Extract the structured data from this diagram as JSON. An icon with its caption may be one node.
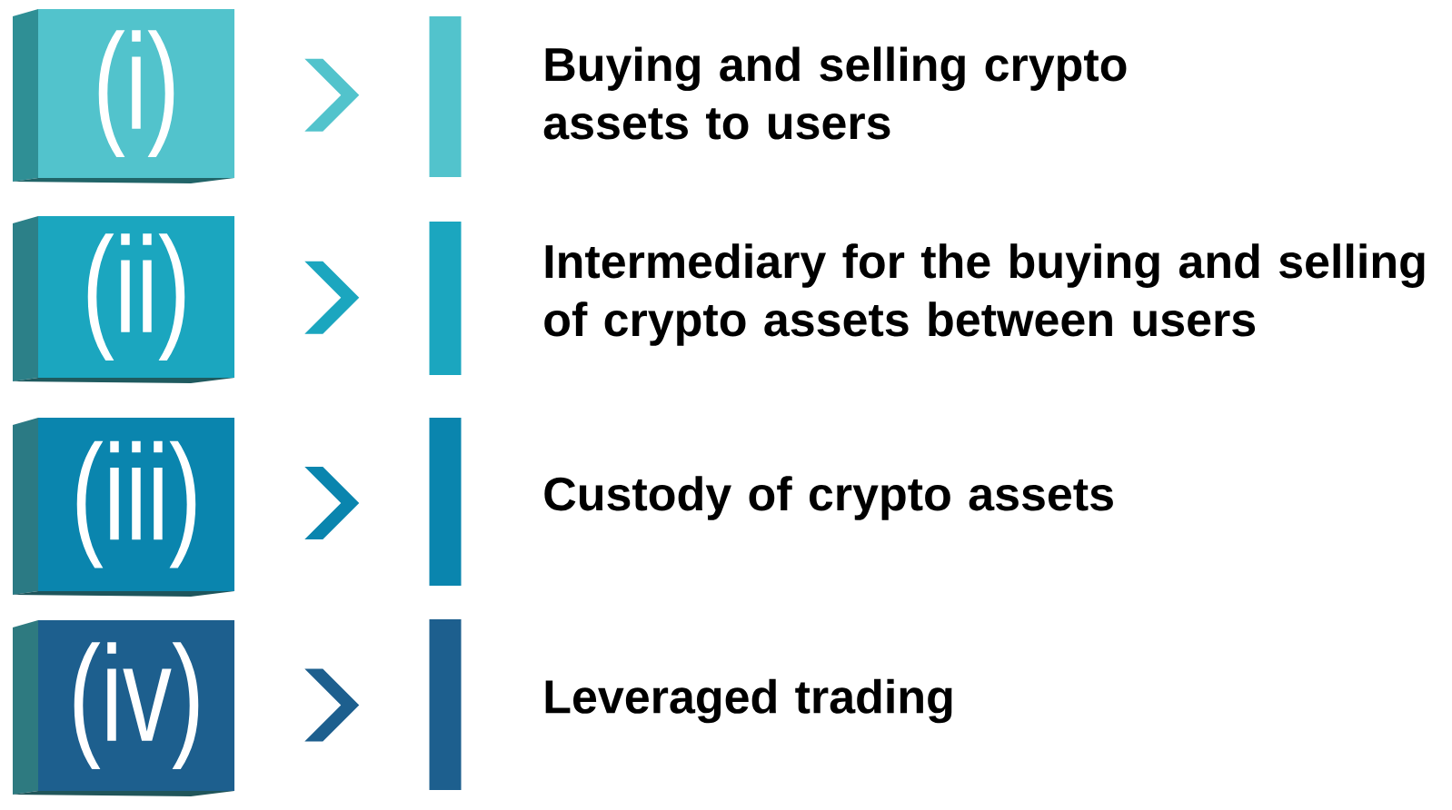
{
  "diagram": {
    "nodes": [
      {
        "text": [
          "(i)"
        ]
      },
      {
        "text": [],
        "shape": "bar",
        "beside": [
          "Buying and selling crypto assets to users"
        ]
      },
      {
        "text": [
          "(ii)"
        ]
      },
      {
        "text": [],
        "shape": "bar",
        "beside": [
          "Intermediary for the buying and selling of crypto assets between users"
        ]
      },
      {
        "text": [
          "(iii)"
        ]
      },
      {
        "text": [],
        "shape": "bar",
        "beside": [
          "Custody of crypto assets"
        ]
      },
      {
        "text": [
          "(iv)"
        ]
      },
      {
        "text": [],
        "shape": "bar",
        "beside": [
          "Leveraged trading"
        ]
      }
    ],
    "edges": [
      {
        "from": 0,
        "to": 1,
        "arrow": "to"
      },
      {
        "from": 2,
        "to": 3,
        "arrow": "to"
      },
      {
        "from": 4,
        "to": 5,
        "arrow": "to"
      },
      {
        "from": 6,
        "to": 7,
        "arrow": "to"
      }
    ]
  }
}
